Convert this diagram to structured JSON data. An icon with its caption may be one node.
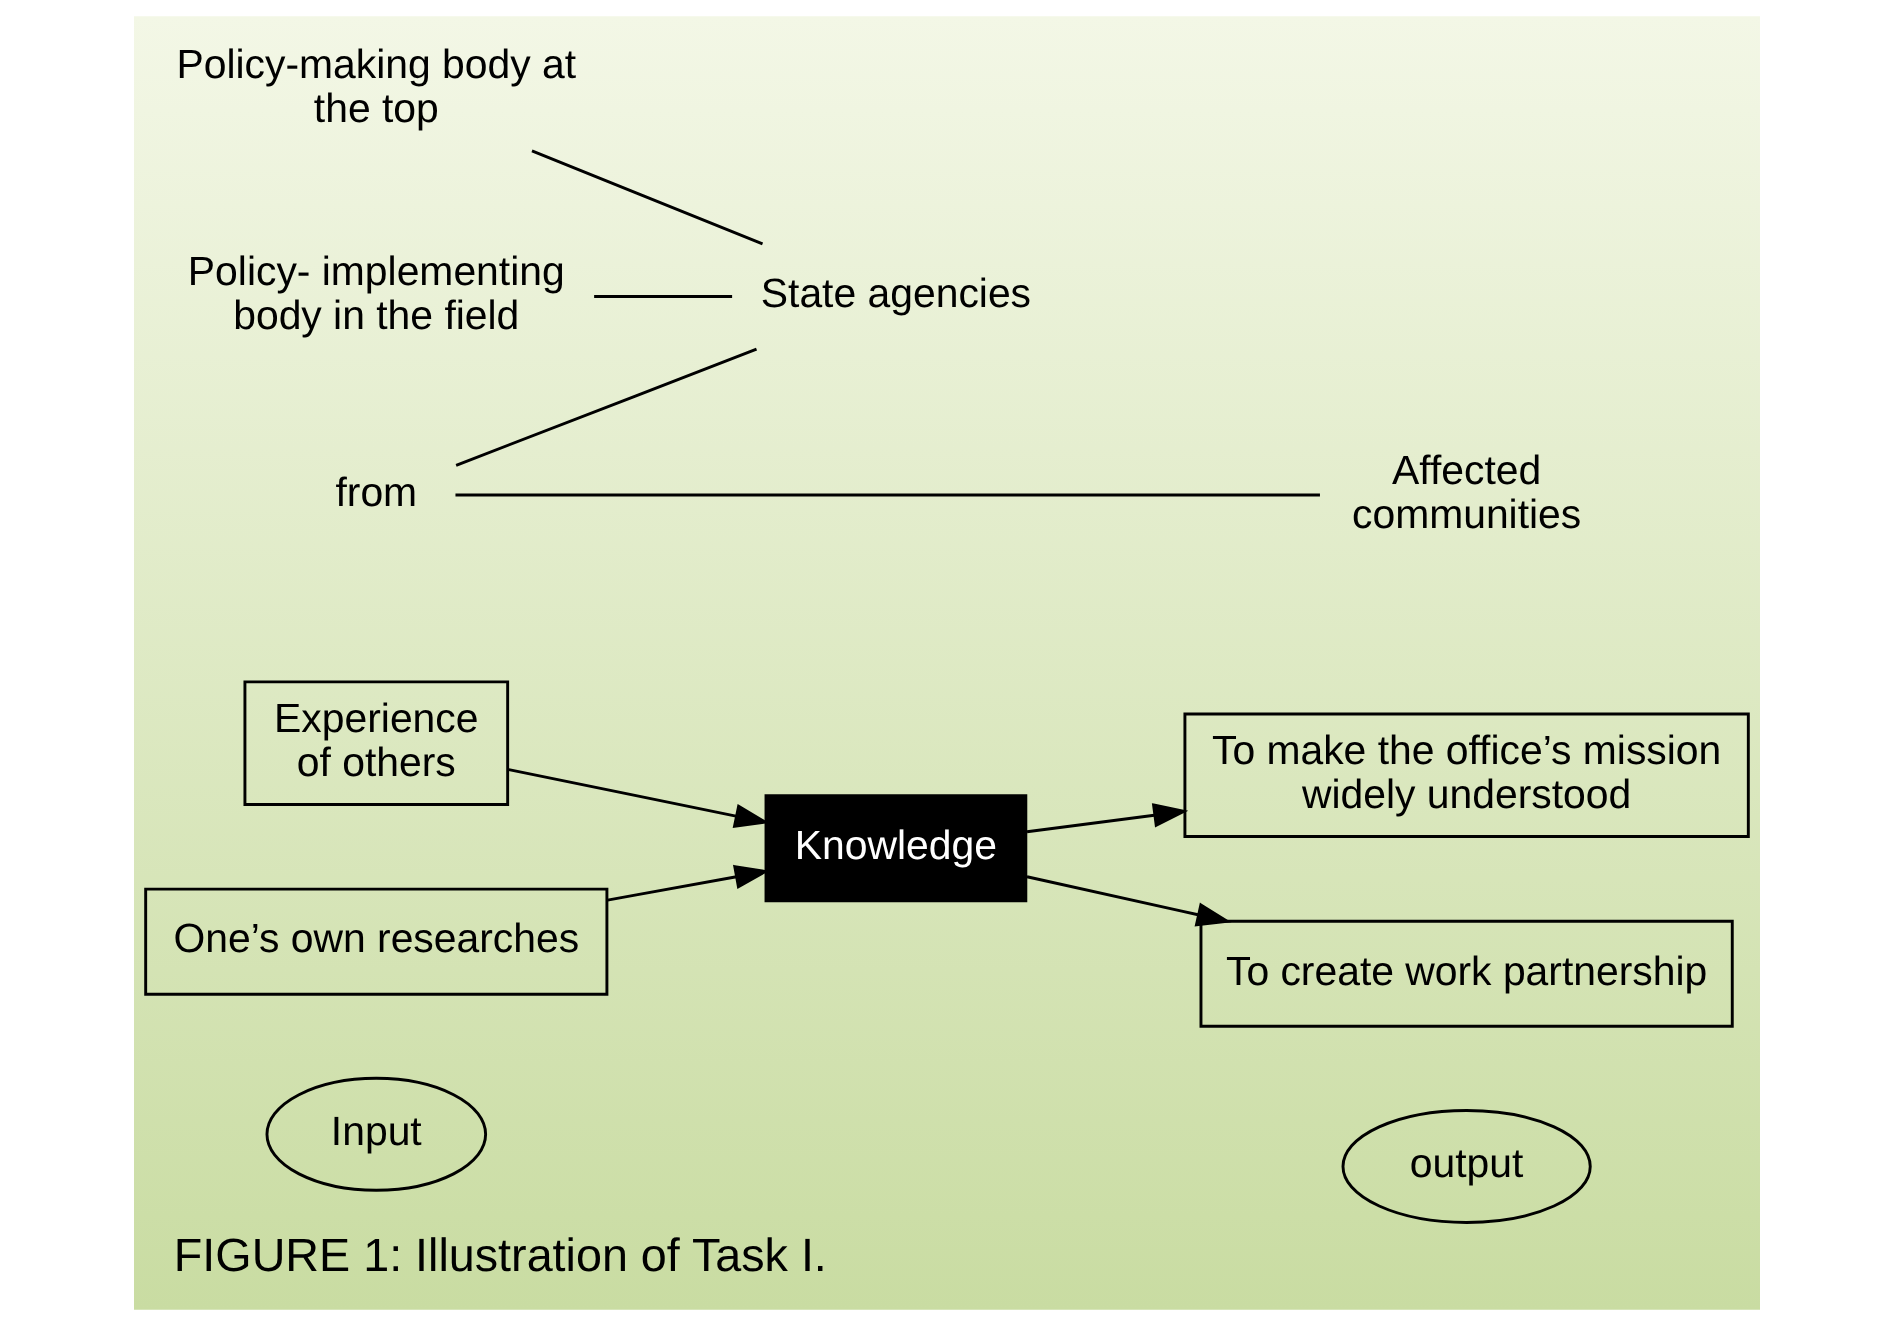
{
  "diagram": {
    "caption": "FIGURE 1: Illustration of Task I.",
    "nodes": [
      {
        "text": [
          "Input"
        ]
      },
      {
        "text": [
          "output"
        ]
      },
      {
        "text": [
          "Experience of others"
        ]
      },
      {
        "text": [
          "Knowledge"
        ]
      },
      {
        "text": [
          "To make the office’s mission widely understood"
        ]
      },
      {
        "text": [
          "One’s own researches"
        ]
      },
      {
        "text": [
          "To create work partnership"
        ]
      },
      {
        "text": [
          "from"
        ]
      },
      {
        "text": [
          "State agencies"
        ]
      },
      {
        "text": [
          "Affected communities"
        ]
      },
      {
        "text": [
          "Policy-making body at the top"
        ]
      },
      {
        "text": [
          "Policy- implementing body in the field"
        ]
      }
    ],
    "edges": [
      {
        "from": 2,
        "to": 3,
        "arrow": "to"
      },
      {
        "from": 5,
        "to": 3,
        "arrow": "to"
      },
      {
        "from": 3,
        "to": 4,
        "arrow": "to"
      },
      {
        "from": 3,
        "to": 6,
        "arrow": "to"
      },
      {
        "from": 7,
        "to": 8,
        "arrow": "none"
      },
      {
        "from": 7,
        "to": 9,
        "arrow": "none"
      },
      {
        "from": 10,
        "to": 8,
        "arrow": "none"
      },
      {
        "from": 11,
        "to": 8,
        "arrow": "none"
      }
    ]
  }
}
